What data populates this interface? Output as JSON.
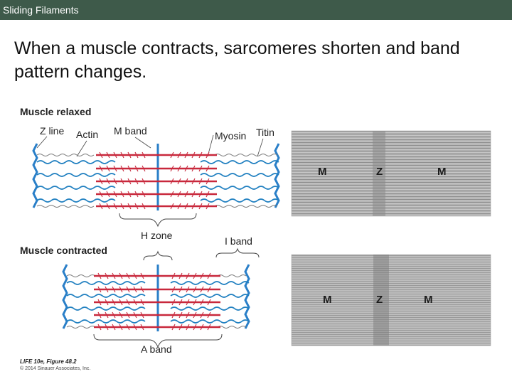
{
  "header": {
    "title": "Sliding Filaments"
  },
  "slide": {
    "heading": "When a muscle contracts, sarcomeres shorten and band pattern changes."
  },
  "figure": {
    "relaxed_title": "Muscle relaxed",
    "contracted_title": "Muscle contracted",
    "labels": {
      "z_line": "Z line",
      "actin": "Actin",
      "m_band": "M band",
      "myosin": "Myosin",
      "titin": "Titin",
      "h_zone": "H zone",
      "i_band": "I band",
      "a_band": "A band"
    },
    "micrograph_relaxed": {
      "left": "M",
      "center": "Z",
      "right": "M"
    },
    "micrograph_contracted": {
      "left": "M",
      "center": "Z",
      "right": "M"
    },
    "credit_line1": "LIFE 10e, Figure 48.2",
    "credit_line2": "© 2014 Sinauer Associates, Inc.",
    "colors": {
      "actin": "#1f7fc0",
      "myosin": "#c8283c",
      "z_line": "#2a7fc8",
      "topbar": "#3e5a4a"
    }
  }
}
